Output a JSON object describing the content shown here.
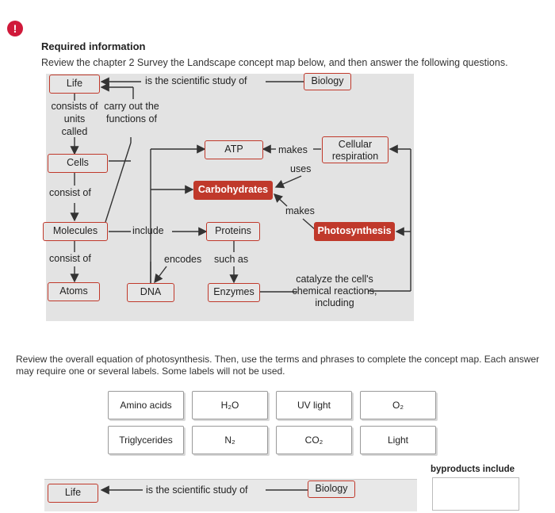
{
  "alert_icon": "!",
  "header": {
    "title": "Required information",
    "instructions": "Review the chapter 2 Survey the Landscape concept map below, and then answer the following questions."
  },
  "concept_map": {
    "nodes": {
      "life": "Life",
      "biology": "Biology",
      "cells": "Cells",
      "molecules": "Molecules",
      "atoms": "Atoms",
      "atp": "ATP",
      "carbohydrates": "Carbohydrates",
      "proteins": "Proteins",
      "dna": "DNA",
      "enzymes": "Enzymes",
      "cellular_respiration": "Cellular respiration",
      "photosynthesis": "Photosynthesis"
    },
    "links": {
      "is_scientific_study_of": "is the scientific study of",
      "consists_of_units_called": "consists of units called",
      "carry_out_functions_of": "carry out the functions of",
      "consist_of_1": "consist of",
      "consist_of_2": "consist of",
      "include": "include",
      "encodes": "encodes",
      "such_as": "such as",
      "makes_1": "makes",
      "uses": "uses",
      "makes_2": "makes",
      "catalyze": "catalyze the cell's chemical reactions, including"
    }
  },
  "review_text": "Review the overall equation of photosynthesis. Then, use the terms and phrases to complete the concept map. Each answer may require one or several labels. Some labels will not be used.",
  "chips": [
    [
      "Amino acids",
      "H₂O",
      "UV light",
      "O₂"
    ],
    [
      "Triglycerides",
      "N₂",
      "CO₂",
      "Light"
    ]
  ],
  "byproducts_label": "byproducts include",
  "bottom_map": {
    "life": "Life",
    "link": "is the scientific study of",
    "biology": "Biology"
  },
  "colors": {
    "accent": "#c0392b",
    "alert": "#d0193a",
    "map_background": "#e3e3e3"
  }
}
